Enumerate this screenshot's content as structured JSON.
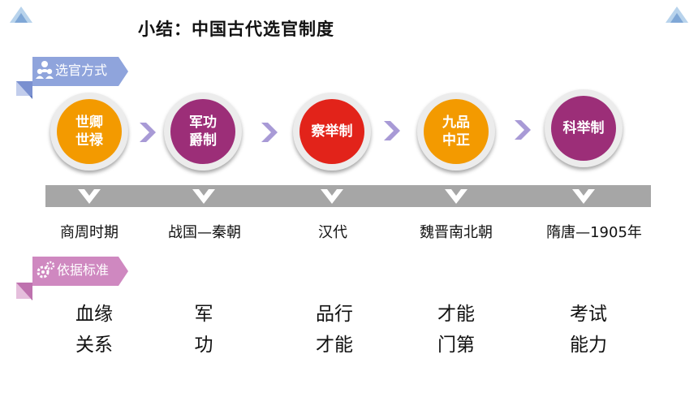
{
  "title": "小结：中国古代选官制度",
  "section_method": {
    "label": "选官方式",
    "icon": "users-icon"
  },
  "section_criteria": {
    "label": "依据标准",
    "icon": "gears-icon"
  },
  "colors": {
    "orange": "#f39a00",
    "purple": "#9c2e78",
    "red": "#e2231a",
    "chevron": "#a89ad6",
    "bar": "#a6a6a6",
    "tag_blue": "#8fa4dc",
    "tag_pink": "#cf88c0"
  },
  "systems": [
    {
      "line1": "世卿",
      "line2": "世禄",
      "color": "orange",
      "period": "商周时期",
      "crit1": "血缘",
      "crit2": "关系"
    },
    {
      "line1": "军功",
      "line2": "爵制",
      "color": "purple",
      "period": "战国—秦朝",
      "crit1": "军",
      "crit2": "功"
    },
    {
      "line1": "察举制",
      "line2": "",
      "color": "red",
      "period": "汉代",
      "crit1": "品行",
      "crit2": "才能"
    },
    {
      "line1": "九品",
      "line2": "中正",
      "color": "orange",
      "period": "魏晋南北朝",
      "crit1": "才能",
      "crit2": "门第"
    },
    {
      "line1": "科举制",
      "line2": "",
      "color": "purple",
      "period": "隋唐—1905年",
      "crit1": "考试",
      "crit2": "能力"
    }
  ]
}
